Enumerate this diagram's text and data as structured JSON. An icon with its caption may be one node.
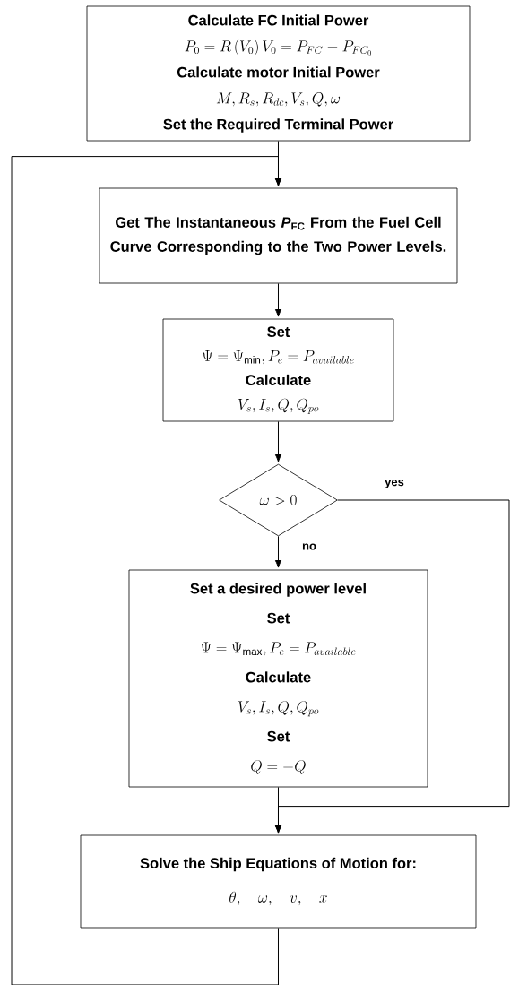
{
  "diagram": {
    "nodes": [
      {
        "text": [
          "Calculate FC Initial Power",
          "P_0 = R\\left(V_0\\right)V_0 = P_{FC} - P_{FC_0}",
          "Calculate motor Initial Power",
          "M, R_s, R_{dc}, V_s, Q, \\omega",
          "Set the Required Terminal Power"
        ]
      },
      {
        "text": [
          "Get The Instantaneous *P*$_{FC}$ From the Fuel Cell Curve Corresponding to the Two Power Levels."
        ]
      },
      {
        "text": [
          "Set",
          "\\Psi = \\Psi_{\\min}, P_e = P_{available}",
          "Calculate",
          "V_s, I_s, Q, Q_{po}"
        ]
      },
      {
        "text": [
          "\\omega > 0"
        ]
      },
      {
        "text": [
          "Set a desired power level",
          "Set",
          "\\Psi = \\Psi_{\\max}, P_e = P_{available}",
          "Calculate",
          "V_s, I_s, Q, Q_{po}",
          "Set",
          "Q = -Q"
        ]
      },
      {
        "text": [
          "Solve the Ship Equations of Motion for:",
          "\\theta,\\quad \\omega,\\quad v,\\quad x"
        ]
      }
    ],
    "edges": [
      {
        "from": 0,
        "to": 1,
        "arrow": "to"
      },
      {
        "from": 1,
        "to": 2,
        "arrow": "to"
      },
      {
        "from": 2,
        "to": 3,
        "arrow": "to"
      },
      {
        "from": 3,
        "to": 4,
        "label": "no",
        "arrow": "to"
      },
      {
        "from": 3,
        "to": 5,
        "label": "yes",
        "arrow": "to"
      },
      {
        "from": 4,
        "to": 5,
        "arrow": "to"
      },
      {
        "from": 5,
        "to": 1,
        "arrow": "to"
      }
    ]
  }
}
